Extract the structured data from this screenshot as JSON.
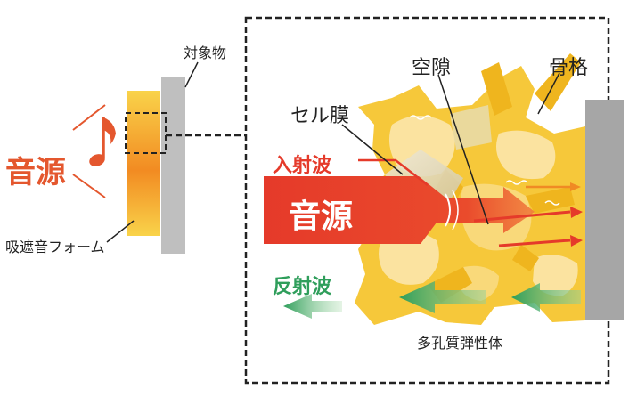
{
  "labels": {
    "target_object": "対象物",
    "sound_source_left": "音源",
    "foam": "吸遮音フォーム",
    "cell_membrane": "セル膜",
    "void": "空隙",
    "skeleton": "骨格",
    "incident_wave": "入射波",
    "sound_source_arrow": "音源",
    "reflected_wave": "反射波",
    "porous_elastic": "多孔質弾性体"
  },
  "icons": {
    "note": "music-note-icon"
  },
  "colors": {
    "orange_text": "#e4572e",
    "red_arrow": "#e53a2a",
    "green_arrow": "#2f9e5b",
    "foam_yellow": "#f6c845",
    "foam_orange": "#f08a24",
    "wall_gray": "#a8a8a8",
    "skeleton_yellow": "#f4c22c"
  }
}
